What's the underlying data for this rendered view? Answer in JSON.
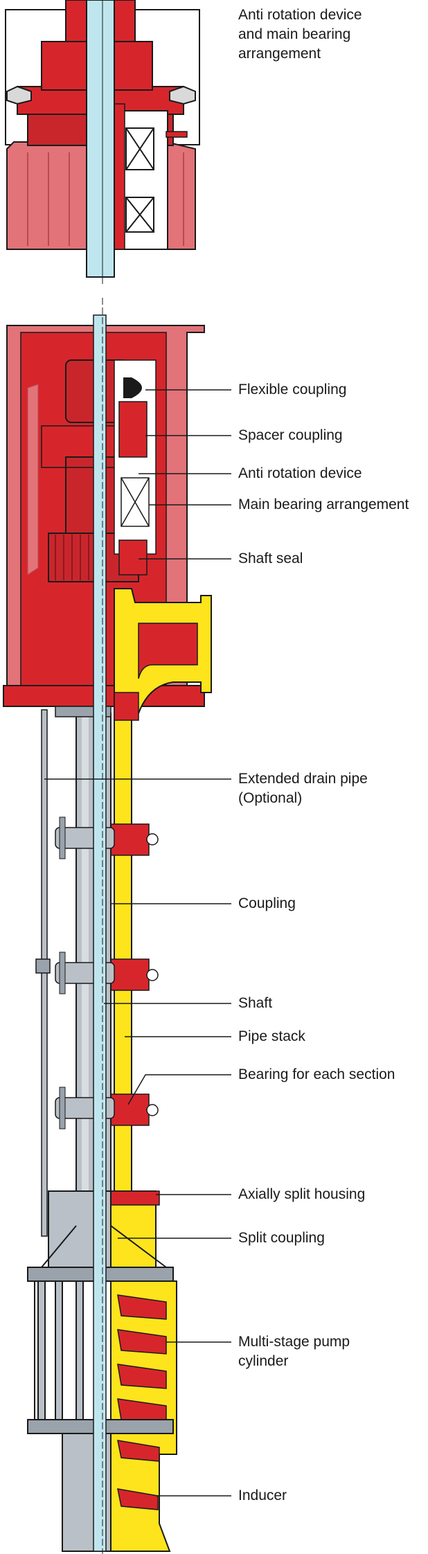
{
  "labels": [
    "Anti rotation device\nand main bearing\narrangement",
    "Flexible coupling",
    "Spacer coupling",
    "Anti rotation device",
    "Main bearing arrangement",
    "Shaft seal",
    "Extended drain pipe\n(Optional)",
    "Coupling",
    "Shaft",
    "Pipe stack",
    "Bearing for each section",
    "Axially split housing",
    "Split coupling",
    "Multi-stage pump\ncylinder",
    "Inducer"
  ],
  "colors": {
    "red": "#d6262c",
    "red_light": "#e97b80",
    "red_dark": "#a01e22",
    "yellow": "#fde41c",
    "yellow_dark": "#d9b800",
    "steel": "#b9c0c7",
    "steel_dark": "#7d868e",
    "shaft": "#bfe6ef",
    "line": "#1a1a1a"
  }
}
